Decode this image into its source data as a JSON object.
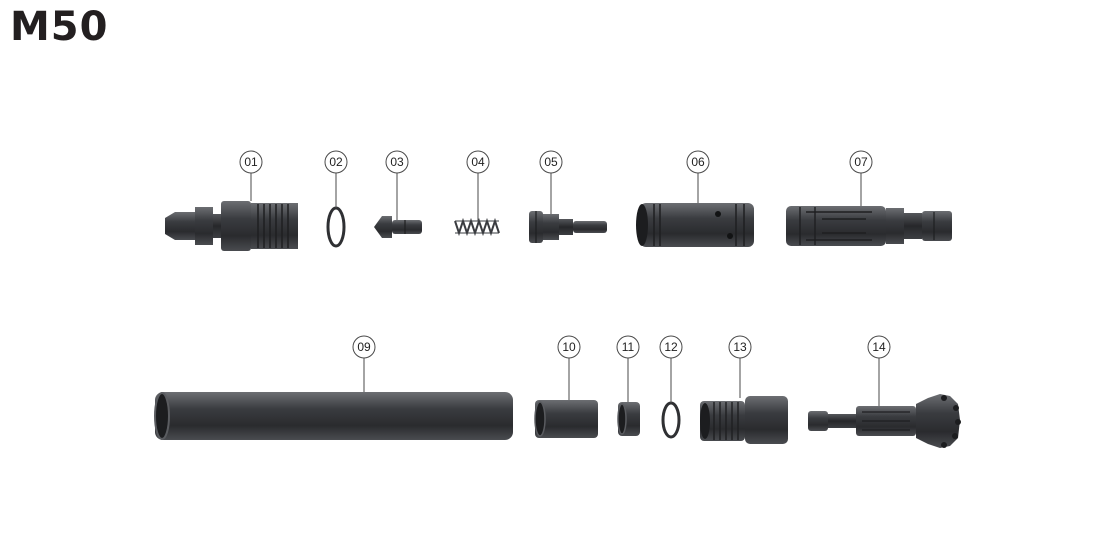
{
  "title": "M50",
  "colors": {
    "part_dark": "#2f3033",
    "part_mid": "#4a4c50",
    "part_light": "#6c6e72",
    "line": "#4a4a4a"
  },
  "parts": [
    {
      "id": "01",
      "label": "01"
    },
    {
      "id": "02",
      "label": "02"
    },
    {
      "id": "03",
      "label": "03"
    },
    {
      "id": "04",
      "label": "04"
    },
    {
      "id": "05",
      "label": "05"
    },
    {
      "id": "06",
      "label": "06"
    },
    {
      "id": "07",
      "label": "07"
    },
    {
      "id": "09",
      "label": "09"
    },
    {
      "id": "10",
      "label": "10"
    },
    {
      "id": "11",
      "label": "11"
    },
    {
      "id": "12",
      "label": "12"
    },
    {
      "id": "13",
      "label": "13"
    },
    {
      "id": "14",
      "label": "14"
    }
  ]
}
